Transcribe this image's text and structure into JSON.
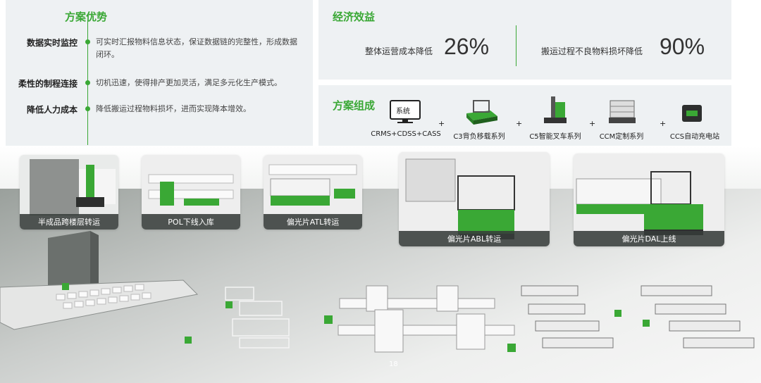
{
  "advantages": {
    "title": "方案优势",
    "items": [
      {
        "label": "数据实时监控",
        "text": "可实时汇报物料信息状态，保证数据链的完整性，形成数据闭环。"
      },
      {
        "label": "柔性的制程连接",
        "text": "切机迅速，使得排产更加灵活，满足多元化生产模式。"
      },
      {
        "label": "降低人力成本",
        "text": "降低搬运过程物料损坏，进而实现降本增效。"
      }
    ]
  },
  "economic": {
    "title": "经济效益",
    "metrics": [
      {
        "label": "整体运营成本降低",
        "value": "26%"
      },
      {
        "label": "搬运过程不良物料损坏降低",
        "value": "90%"
      }
    ]
  },
  "composition": {
    "title": "方案组成",
    "system_badge": "系统",
    "items": [
      {
        "label": "CRMS+CDSS+CASS",
        "icon": "monitor-icon"
      },
      {
        "label": "C3背负移载系列",
        "icon": "agv-c3-icon"
      },
      {
        "label": "C5智能叉车系列",
        "icon": "forklift-c5-icon"
      },
      {
        "label": "CCM定制系列",
        "icon": "agv-ccm-icon"
      },
      {
        "label": "CCS自动充电站",
        "icon": "charger-icon"
      }
    ],
    "plus": "+"
  },
  "cards": [
    {
      "label": "半成品跨楼层转运"
    },
    {
      "label": "POL下线入库"
    },
    {
      "label": "偏光片ATL转运"
    },
    {
      "label": "偏光片ABL转运"
    },
    {
      "label": "偏光片DAL上线"
    }
  ],
  "page_number": "18",
  "colors": {
    "accent": "#3aa835",
    "panel": "#eef1f3"
  }
}
